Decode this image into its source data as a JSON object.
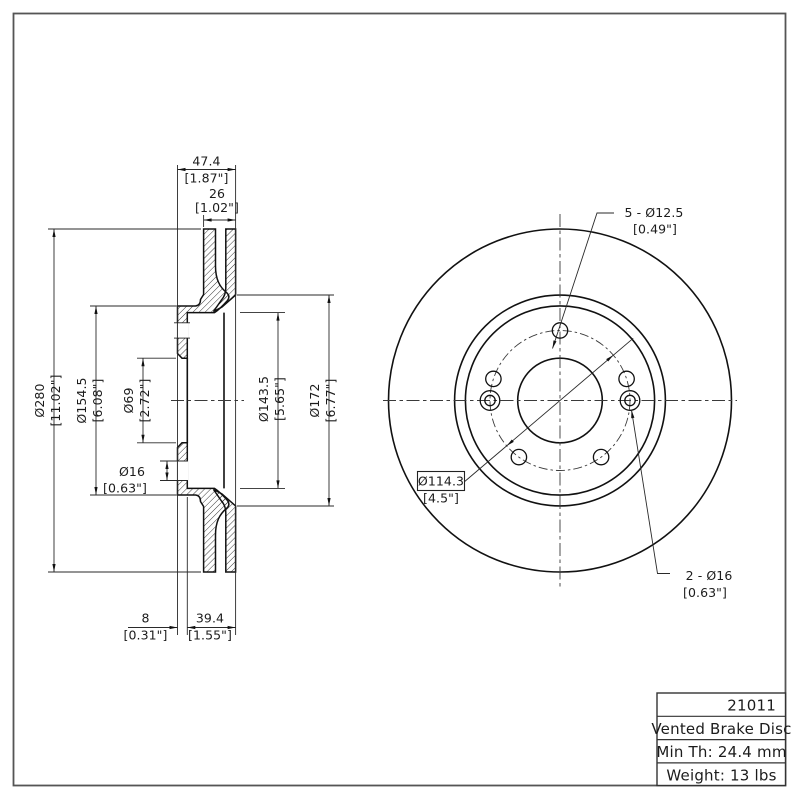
{
  "colors": {
    "line": "#1a1a1a",
    "page_border": "#555555"
  },
  "section": {
    "dims": {
      "overall_width_mm": "47.4",
      "overall_width_in": "[1.87\"]",
      "disc_thickness_mm": "26",
      "disc_thickness_in": "[1.02\"]",
      "outer_dia_mm": "Ø280",
      "outer_dia_in": "[11.02\"]",
      "hat_dia_mm": "Ø154.5",
      "hat_dia_in": "[6.08\"]",
      "bore_dia_mm": "Ø69",
      "bore_dia_in": "[2.72\"]",
      "hole_dia_mm": "Ø16",
      "hole_dia_in": "[0.63\"]",
      "hat_inner_dia_mm": "Ø143.5",
      "hat_inner_dia_in": "[5.65\"]",
      "ring_inner_dia_mm": "Ø172",
      "ring_inner_dia_in": "[6.77\"]",
      "flange_th_mm": "8",
      "flange_th_in": "[0.31\"]",
      "hat_depth_mm": "39.4",
      "hat_depth_in": "[1.55\"]"
    }
  },
  "front": {
    "dims": {
      "bolt_holes_mm": "5 - Ø12.5",
      "bolt_holes_in": "[0.49\"]",
      "bolt_circle_mm": "Ø114.3",
      "bolt_circle_in": "[4.5\"]",
      "align_holes_mm": "2 - Ø16",
      "align_holes_in": "[0.63\"]"
    }
  },
  "title_block": {
    "part_number": "21011",
    "product_name": "Vented Brake Disc",
    "min_thickness": "Min Th: 24.4 mm",
    "weight": "Weight: 13 lbs"
  }
}
